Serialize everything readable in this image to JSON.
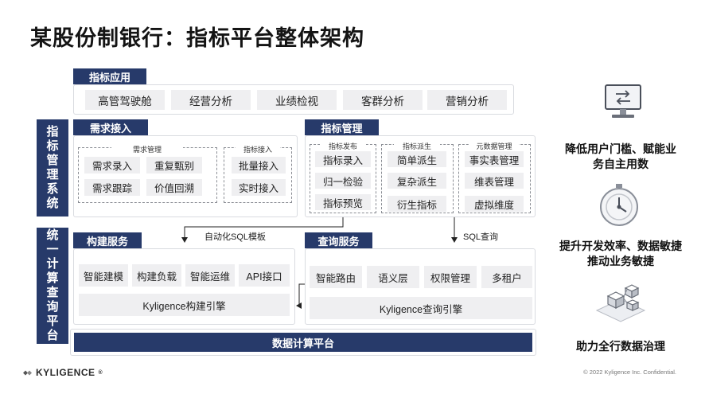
{
  "title": "某股份制银行：指标平台整体架构",
  "app_layer": {
    "tab": "指标应用",
    "items": [
      "高管驾驶舱",
      "经营分析",
      "业绩检视",
      "客群分析",
      "营销分析"
    ]
  },
  "side_labels": {
    "mgmt": [
      "指",
      "标",
      "管",
      "理",
      "系",
      "统"
    ],
    "unified": [
      "统",
      "一",
      "计",
      "算",
      "查",
      "询",
      "平",
      "台"
    ]
  },
  "demand": {
    "tab": "需求接入",
    "group1_label": "需求管理",
    "group1_items": [
      "需求录入",
      "重复甄别",
      "需求跟踪",
      "价值回溯"
    ],
    "group2_label": "指标接入",
    "group2_items": [
      "批量接入",
      "实时接入"
    ]
  },
  "metric_mgmt": {
    "tab": "指标管理",
    "publish_label": "指标发布",
    "publish_items": [
      "指标录入",
      "归一检验",
      "指标预览"
    ],
    "derive_label": "指标派生",
    "derive_items": [
      "简单派生",
      "复杂派生",
      "衍生指标"
    ],
    "meta_label": "元数据管理",
    "meta_items": [
      "事实表管理",
      "维表管理",
      "虚拟维度"
    ]
  },
  "arrows": {
    "auto_sql": "自动化SQL模板",
    "sql_query": "SQL查询"
  },
  "build": {
    "tab": "构建服务",
    "items": [
      "智能建模",
      "构建负载",
      "智能运维",
      "API接口"
    ],
    "engine": "Kyligence构建引擎"
  },
  "query": {
    "tab": "查询服务",
    "items": [
      "智能路由",
      "语义层",
      "权限管理",
      "多租户"
    ],
    "engine": "Kyligence查询引擎"
  },
  "platform": "数据计算平台",
  "benefits": [
    {
      "icon": "monitor-icon",
      "lines": [
        "降低用户门槛、赋能业",
        "务自主用数"
      ]
    },
    {
      "icon": "stopwatch-icon",
      "lines": [
        "提升开发效率、数据敏捷",
        "推动业务敏捷"
      ]
    },
    {
      "icon": "cubes-icon",
      "lines": [
        "助力全行数据治理"
      ]
    }
  ],
  "footer": {
    "logo": "KYLIGENCE",
    "logo_mark": "®",
    "copyright": "© 2022 Kyligence Inc. Confidential."
  },
  "colors": {
    "navy": "#273a6a",
    "cell": "#efeff1",
    "border": "#d9dbe0"
  }
}
